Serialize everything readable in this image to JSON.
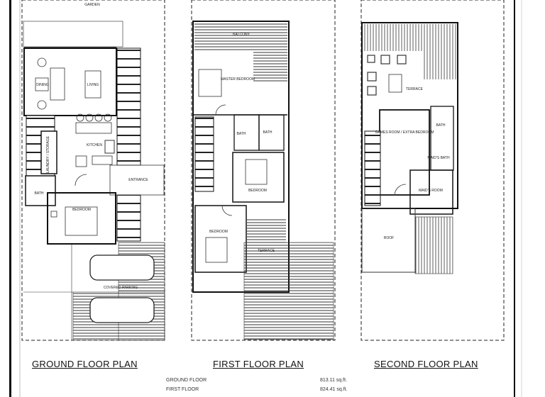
{
  "plans": [
    {
      "title": "GROUND FLOOR PLAN",
      "rooms": {
        "garden": "GARDEN",
        "dining": "DINING",
        "living": "LIVING",
        "kitchen": "KITCHEN",
        "laundry": "LAUNDRY / STORAGE",
        "bath": "BATH",
        "entrance": "ENTRANCE",
        "bedroom": "BEDROOM",
        "parking": "COVERED PARKING"
      }
    },
    {
      "title": "FIRST FLOOR PLAN",
      "rooms": {
        "balcony": "BALCONY",
        "master": "MASTER BEDROOM",
        "bath1": "BATH",
        "bath2": "BATH",
        "bedroom1": "BEDROOM",
        "bedroom2": "BEDROOM",
        "terrace": "TERRACE"
      }
    },
    {
      "title": "SECOND FLOOR PLAN",
      "rooms": {
        "terrace": "TERRACE",
        "games": "GAMES ROOM / EXTRA BEDROOM",
        "bath": "BATH",
        "maids_bath": "MAID'S BATH",
        "maids_room": "MAID'S ROOM",
        "roof": "ROOF"
      }
    }
  ],
  "areas": [
    {
      "label": "GROUND FLOOR",
      "value": "813.11 sq.ft."
    },
    {
      "label": "FIRST FLOOR",
      "value": "824.41 sq.ft."
    }
  ]
}
